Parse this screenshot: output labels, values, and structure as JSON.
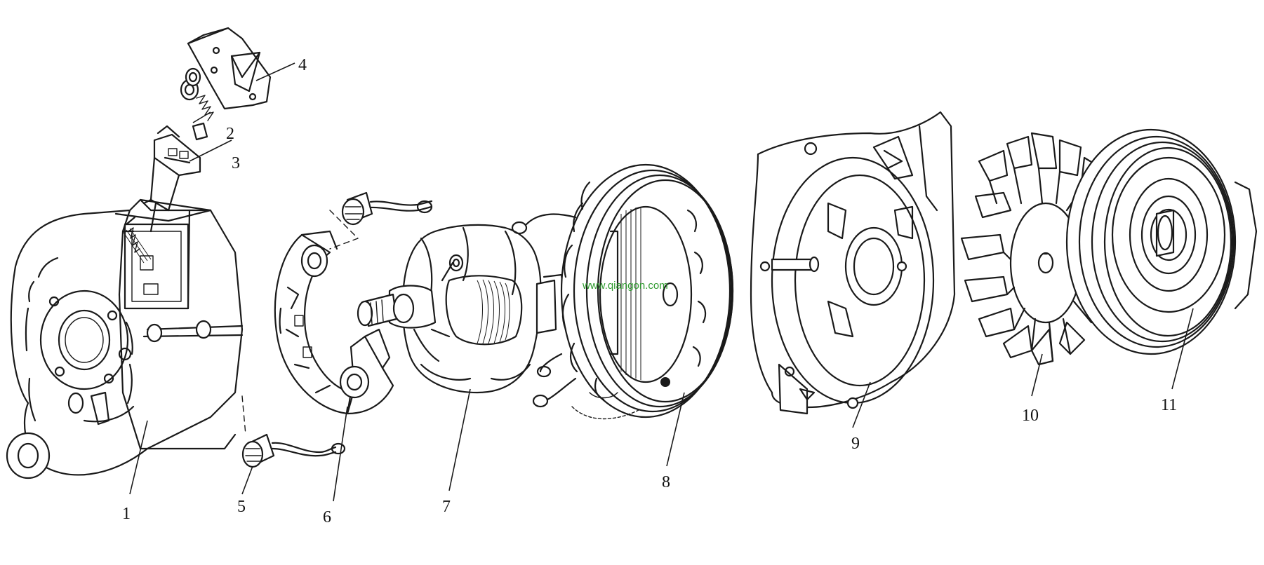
{
  "diagram": {
    "watermark": "www.qiangon.com",
    "parts": [
      {
        "id": "part-1",
        "label": "1"
      },
      {
        "id": "part-2",
        "label": "2"
      },
      {
        "id": "part-3",
        "label": "3"
      },
      {
        "id": "part-4",
        "label": "4"
      },
      {
        "id": "part-5",
        "label": "5"
      },
      {
        "id": "part-6",
        "label": "6"
      },
      {
        "id": "part-7",
        "label": "7"
      },
      {
        "id": "part-8",
        "label": "8"
      },
      {
        "id": "part-9",
        "label": "9"
      },
      {
        "id": "part-10",
        "label": "10"
      },
      {
        "id": "part-11",
        "label": "11"
      }
    ]
  }
}
